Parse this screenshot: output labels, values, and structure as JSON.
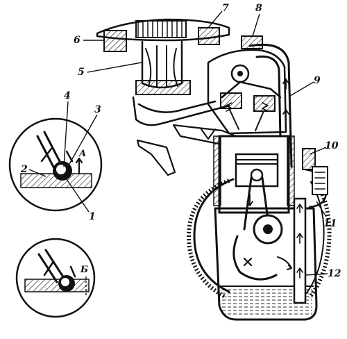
{
  "figure": {
    "description_labels": [
      "1",
      "2",
      "3",
      "4",
      "5",
      "6",
      "7",
      "8",
      "9",
      "10",
      "11",
      "12"
    ],
    "inset_labels": {
      "A": "A",
      "B": "Б"
    },
    "callouts": [
      {
        "id": "1",
        "text": "1"
      },
      {
        "id": "2",
        "text": "2"
      },
      {
        "id": "3",
        "text": "3"
      },
      {
        "id": "4",
        "text": "4"
      },
      {
        "id": "5",
        "text": "5"
      },
      {
        "id": "6",
        "text": "6"
      },
      {
        "id": "7",
        "text": "7"
      },
      {
        "id": "8",
        "text": "8"
      },
      {
        "id": "9",
        "text": "9"
      },
      {
        "id": "10",
        "text": "10"
      },
      {
        "id": "11",
        "text": "11"
      },
      {
        "id": "12",
        "text": "12"
      }
    ]
  }
}
